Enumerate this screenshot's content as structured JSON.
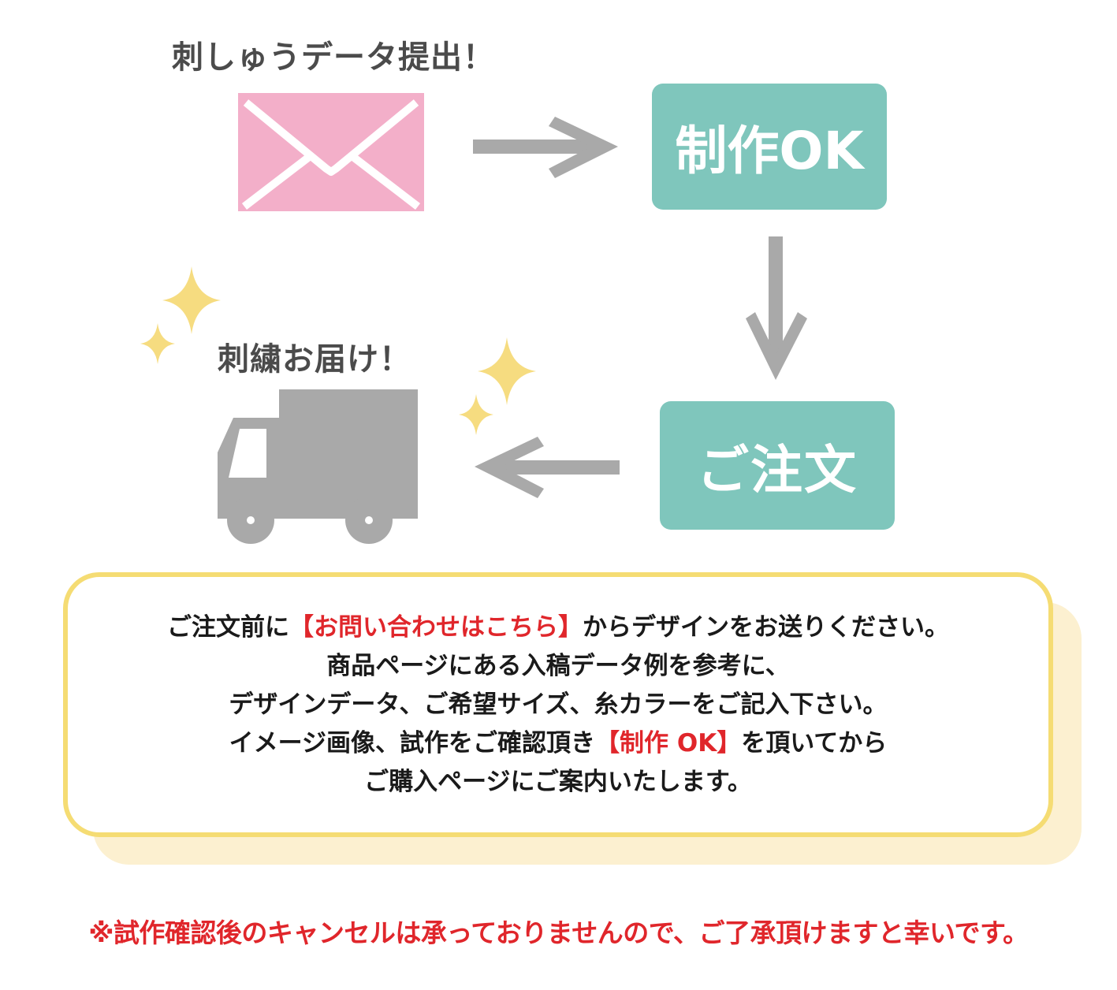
{
  "steps": {
    "submit_label": "刺しゅうデータ提出！",
    "ok_label": "制作OK",
    "order_label": "ご注文",
    "deliver_label": "刺繍お届け！"
  },
  "info": {
    "line1_a": "ご注文前に",
    "line1_link": "【お問い合わせはこちら】",
    "line1_b": "からデザインをお送りください。",
    "line2": "商品ページにある入稿データ例を参考に、",
    "line3": "デザインデータ、ご希望サイズ、糸カラーをご記入下さい。",
    "line4_a": "イメージ画像、試作をご確認頂き",
    "line4_highlight": "【制作 OK】",
    "line4_b": "を頂いてから",
    "line5": "ご購入ページにご案内いたします。"
  },
  "notice": "※試作確認後のキャンセルは承っておりませんので、ご了承頂けますと幸いです。",
  "colors": {
    "envelope": "#f3afc9",
    "step_box": "#7fc6bc",
    "arrow": "#a9a9a9",
    "truck": "#a9a9a9",
    "sparkle": "#f6dc80",
    "panel_border": "#f5dc73",
    "panel_shadow": "#fcf0d0",
    "emphasis_red": "#e0262b"
  },
  "icons": [
    "envelope-icon",
    "arrow-right-icon",
    "arrow-down-icon",
    "arrow-left-icon",
    "truck-icon",
    "sparkle-icon"
  ]
}
